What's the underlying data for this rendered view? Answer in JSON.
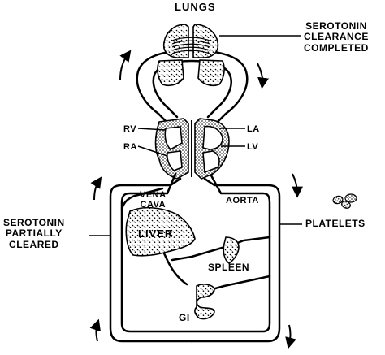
{
  "labels": {
    "lungs": "LUNGS",
    "clearance_completed": "SEROTONIN\nCLEARANCE\nCOMPLETED",
    "partially_cleared": "SEROTONIN\nPARTIALLY\nCLEARED",
    "rv": "RV",
    "ra": "RA",
    "la": "LA",
    "lv": "LV",
    "vena_cava": "VENA\nCAVA",
    "aorta": "AORTA",
    "liver": "LIVER",
    "spleen": "SPLEEN",
    "gi": "GI",
    "platelets": "PLATELETS"
  },
  "colors": {
    "ink": "#000000",
    "paper": "#ffffff"
  }
}
